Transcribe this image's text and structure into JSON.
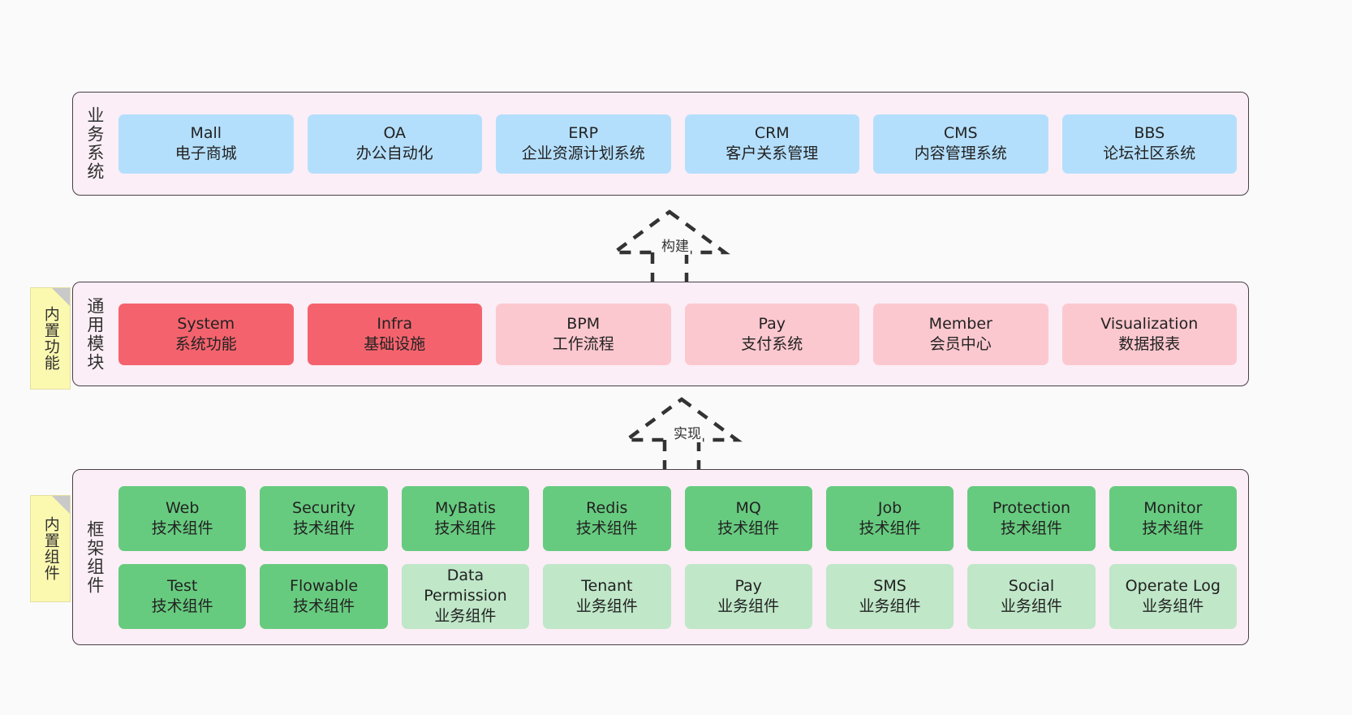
{
  "diagram": {
    "background": "#fafafa",
    "panel_fill": "#fbeef6",
    "panel_stroke": "#4a3f47",
    "note_fill": "#fbf8b0"
  },
  "notes": [
    {
      "id": "note-common",
      "text": "内置功能"
    },
    {
      "id": "note-framework",
      "text": "内置组件"
    }
  ],
  "connectors": [
    {
      "id": "connector-build",
      "label": "构建",
      "style": "dashed-hollow-triangle"
    },
    {
      "id": "connector-implement",
      "label": "实现",
      "style": "dashed-hollow-triangle"
    }
  ],
  "layers": [
    {
      "id": "business",
      "label": "业务系统",
      "rows": [
        {
          "cells": [
            {
              "title": "Mall",
              "subtitle": "电子商城",
              "color": "#b4dffc"
            },
            {
              "title": "OA",
              "subtitle": "办公自动化",
              "color": "#b4dffc"
            },
            {
              "title": "ERP",
              "subtitle": "企业资源计划系统",
              "color": "#b4dffc"
            },
            {
              "title": "CRM",
              "subtitle": "客户关系管理",
              "color": "#b4dffc"
            },
            {
              "title": "CMS",
              "subtitle": "内容管理系统",
              "color": "#b4dffc"
            },
            {
              "title": "BBS",
              "subtitle": "论坛社区系统",
              "color": "#b4dffc"
            }
          ]
        }
      ]
    },
    {
      "id": "common",
      "label": "通用模块",
      "rows": [
        {
          "cells": [
            {
              "title": "System",
              "subtitle": "系统功能",
              "color": "#f4636d"
            },
            {
              "title": "Infra",
              "subtitle": "基础设施",
              "color": "#f4636d"
            },
            {
              "title": "BPM",
              "subtitle": "工作流程",
              "color": "#fcc8cf"
            },
            {
              "title": "Pay",
              "subtitle": "支付系统",
              "color": "#fcc8cf"
            },
            {
              "title": "Member",
              "subtitle": "会员中心",
              "color": "#fcc8cf"
            },
            {
              "title": "Visualization",
              "subtitle": "数据报表",
              "color": "#fcc8cf"
            }
          ]
        }
      ]
    },
    {
      "id": "framework",
      "label": "框架组件",
      "rows": [
        {
          "cells": [
            {
              "title": "Web",
              "subtitle": "技术组件",
              "color": "#67cb7f"
            },
            {
              "title": "Security",
              "subtitle": "技术组件",
              "color": "#67cb7f"
            },
            {
              "title": "MyBatis",
              "subtitle": "技术组件",
              "color": "#67cb7f"
            },
            {
              "title": "Redis",
              "subtitle": "技术组件",
              "color": "#67cb7f"
            },
            {
              "title": "MQ",
              "subtitle": "技术组件",
              "color": "#67cb7f"
            },
            {
              "title": "Job",
              "subtitle": "技术组件",
              "color": "#67cb7f"
            },
            {
              "title": "Protection",
              "subtitle": "技术组件",
              "color": "#67cb7f"
            },
            {
              "title": "Monitor",
              "subtitle": "技术组件",
              "color": "#67cb7f"
            }
          ]
        },
        {
          "cells": [
            {
              "title": "Test",
              "subtitle": "技术组件",
              "color": "#67cb7f"
            },
            {
              "title": "Flowable",
              "subtitle": "技术组件",
              "color": "#67cb7f"
            },
            {
              "title": "Data Permission",
              "subtitle": "业务组件",
              "color": "#bfe7c8"
            },
            {
              "title": "Tenant",
              "subtitle": "业务组件",
              "color": "#bfe7c8"
            },
            {
              "title": "Pay",
              "subtitle": "业务组件",
              "color": "#bfe7c8"
            },
            {
              "title": "SMS",
              "subtitle": "业务组件",
              "color": "#bfe7c8"
            },
            {
              "title": "Social",
              "subtitle": "业务组件",
              "color": "#bfe7c8"
            },
            {
              "title": "Operate Log",
              "subtitle": "业务组件",
              "color": "#bfe7c8"
            }
          ]
        }
      ]
    }
  ]
}
